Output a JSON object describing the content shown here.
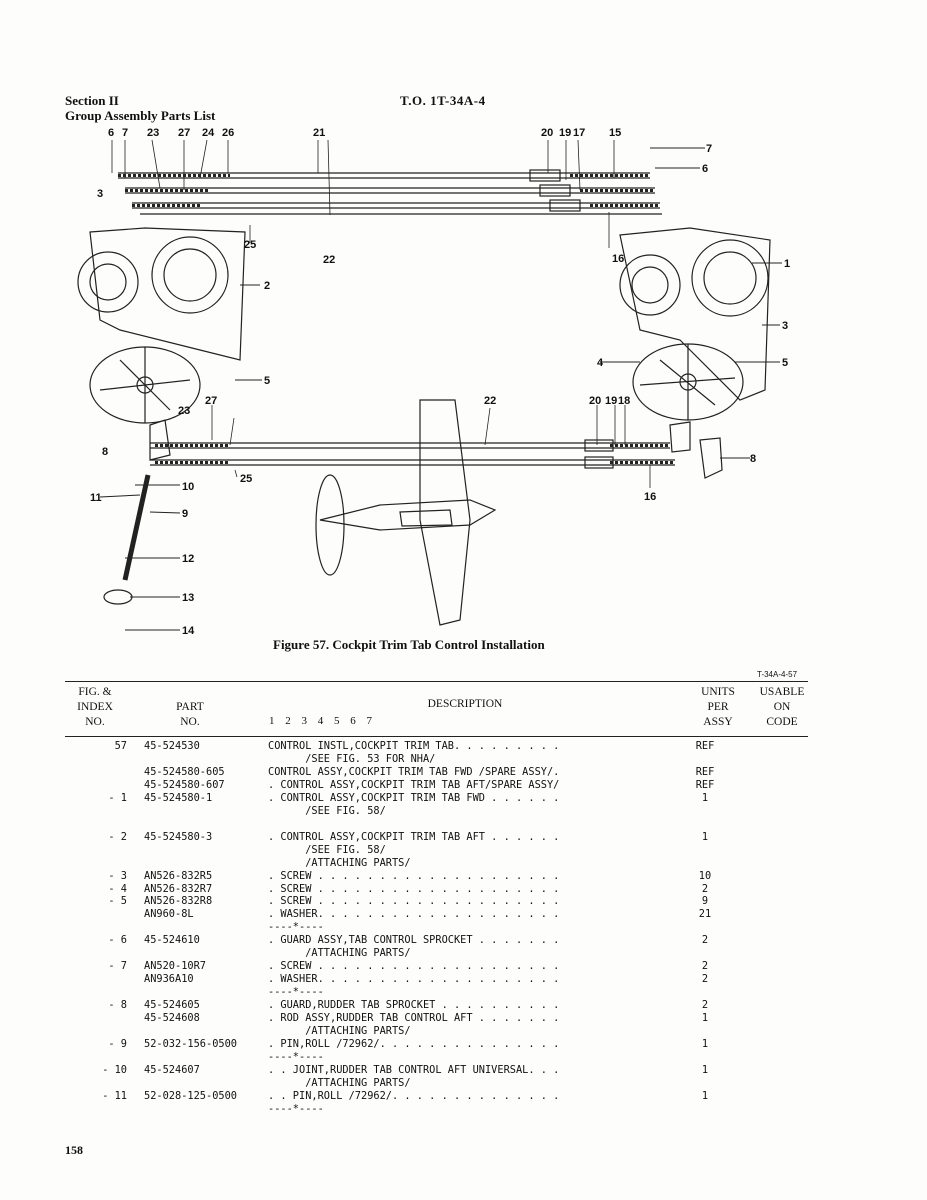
{
  "header": {
    "section": "Section II",
    "subtitle": "Group Assembly Parts List",
    "to_number": "T.O. 1T-34A-4"
  },
  "figure": {
    "callouts": [
      "6",
      "7",
      "23",
      "27",
      "24",
      "26",
      "21",
      "20",
      "19",
      "17",
      "15",
      "7",
      "6",
      "3",
      "25",
      "22",
      "16",
      "1",
      "2",
      "3",
      "5",
      "4",
      "5",
      "23",
      "27",
      "22",
      "20",
      "19",
      "18",
      "8",
      "25",
      "8",
      "16",
      "10",
      "11",
      "9",
      "12",
      "13",
      "14"
    ],
    "caption": "Figure 57. Cockpit Trim Tab Control Installation",
    "figure_id": "T-34A-4-57"
  },
  "table_headers": {
    "fig_index": [
      "FIG. &",
      "INDEX",
      "NO."
    ],
    "part_no": [
      "PART",
      "NO."
    ],
    "description": "DESCRIPTION",
    "indent_digits": "1 2 3 4 5 6 7",
    "units": [
      "UNITS",
      "PER",
      "ASSY"
    ],
    "usable": [
      "USABLE",
      "ON",
      "CODE"
    ]
  },
  "rows": [
    {
      "idx": "57",
      "part": "45-524530",
      "desc": "CONTROL INSTL,COCKPIT TRIM TAB. . . . . . . . .",
      "units": "REF"
    },
    {
      "idx": "",
      "part": "",
      "desc": "      /SEE FIG. 53 FOR NHA/",
      "units": ""
    },
    {
      "idx": "",
      "part": "45-524580-605",
      "desc": "CONTROL ASSY,COCKPIT TRIM TAB FWD /SPARE ASSY/.",
      "units": "REF"
    },
    {
      "idx": "",
      "part": "45-524580-607",
      "desc": ". CONTROL ASSY,COCKPIT TRIM TAB AFT/SPARE ASSY/",
      "units": "REF"
    },
    {
      "idx": "- 1",
      "part": "45-524580-1",
      "desc": ". CONTROL ASSY,COCKPIT TRIM TAB FWD . . . . . .",
      "units": "1"
    },
    {
      "idx": "",
      "part": "",
      "desc": "      /SEE FIG. 58/",
      "units": ""
    },
    {
      "idx": "",
      "part": "",
      "desc": "",
      "units": ""
    },
    {
      "idx": "- 2",
      "part": "45-524580-3",
      "desc": ". CONTROL ASSY,COCKPIT TRIM TAB AFT . . . . . .",
      "units": "1"
    },
    {
      "idx": "",
      "part": "",
      "desc": "      /SEE FIG. 58/",
      "units": ""
    },
    {
      "idx": "",
      "part": "",
      "desc": "      /ATTACHING PARTS/",
      "units": ""
    },
    {
      "idx": "- 3",
      "part": "AN526-832R5",
      "desc": ". SCREW . . . . . . . . . . . . . . . . . . . .",
      "units": "10"
    },
    {
      "idx": "- 4",
      "part": "AN526-832R7",
      "desc": ". SCREW . . . . . . . . . . . . . . . . . . . .",
      "units": "2"
    },
    {
      "idx": "- 5",
      "part": "AN526-832R8",
      "desc": ". SCREW . . . . . . . . . . . . . . . . . . . .",
      "units": "9"
    },
    {
      "idx": "",
      "part": "AN960-8L",
      "desc": ". WASHER. . . . . . . . . . . . . . . . . . . .",
      "units": "21"
    },
    {
      "idx": "",
      "part": "",
      "desc": "----*----",
      "units": ""
    },
    {
      "idx": "- 6",
      "part": "45-524610",
      "desc": ". GUARD ASSY,TAB CONTROL SPROCKET . . . . . . .",
      "units": "2"
    },
    {
      "idx": "",
      "part": "",
      "desc": "      /ATTACHING PARTS/",
      "units": ""
    },
    {
      "idx": "- 7",
      "part": "AN520-10R7",
      "desc": ". SCREW . . . . . . . . . . . . . . . . . . . .",
      "units": "2"
    },
    {
      "idx": "",
      "part": "AN936A10",
      "desc": ". WASHER. . . . . . . . . . . . . . . . . . . .",
      "units": "2"
    },
    {
      "idx": "",
      "part": "",
      "desc": "----*----",
      "units": ""
    },
    {
      "idx": "- 8",
      "part": "45-524605",
      "desc": ". GUARD,RUDDER TAB SPROCKET . . . . . . . . . .",
      "units": "2"
    },
    {
      "idx": "",
      "part": "45-524608",
      "desc": ". ROD ASSY,RUDDER TAB CONTROL AFT . . . . . . .",
      "units": "1"
    },
    {
      "idx": "",
      "part": "",
      "desc": "      /ATTACHING PARTS/",
      "units": ""
    },
    {
      "idx": "- 9",
      "part": "52-032-156-0500",
      "desc": ". PIN,ROLL /72962/. . . . . . . . . . . . . . .",
      "units": "1"
    },
    {
      "idx": "",
      "part": "",
      "desc": "----*----",
      "units": ""
    },
    {
      "idx": "- 10",
      "part": "45-524607",
      "desc": ". . JOINT,RUDDER TAB CONTROL AFT UNIVERSAL. . .",
      "units": "1"
    },
    {
      "idx": "",
      "part": "",
      "desc": "      /ATTACHING PARTS/",
      "units": ""
    },
    {
      "idx": "- 11",
      "part": "52-028-125-0500",
      "desc": ". . PIN,ROLL /72962/. . . . . . . . . . . . . .",
      "units": "1"
    },
    {
      "idx": "",
      "part": "",
      "desc": "----*----",
      "units": ""
    }
  ],
  "footer": {
    "page_number": "158"
  }
}
